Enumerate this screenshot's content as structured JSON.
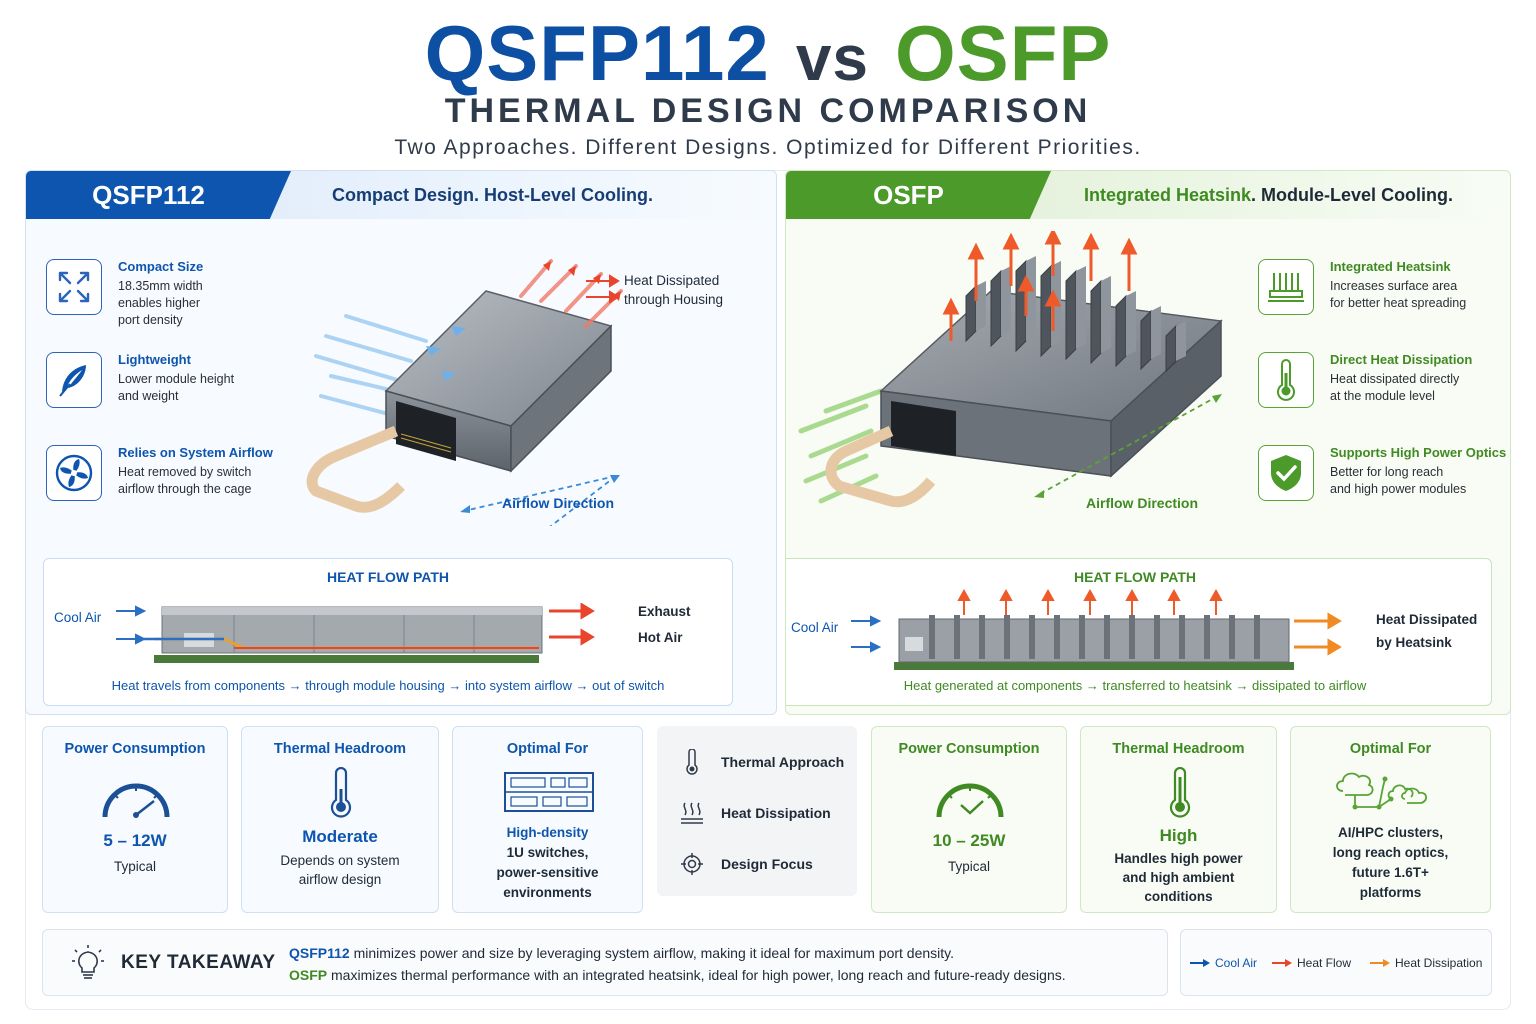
{
  "header": {
    "title_left": "QSFP112",
    "title_vs": "vs",
    "title_right": "OSFP",
    "subtitle": "THERMAL DESIGN COMPARISON",
    "tagline": "Two Approaches. Different Designs. Optimized for Different Priorities."
  },
  "qsfp": {
    "name": "QSFP112",
    "strap": "Compact Design. Host-Level Cooling.",
    "features": [
      {
        "title": "Compact Size",
        "desc": [
          "18.35mm width",
          "enables higher",
          "port density"
        ],
        "icon": "expand-arrows-icon"
      },
      {
        "title": "Lightweight",
        "desc": [
          "Lower module height",
          "and weight"
        ],
        "icon": "feather-icon"
      },
      {
        "title": "Relies on System Airflow",
        "desc": [
          "Heat removed by switch",
          "airflow through the cage"
        ],
        "icon": "fan-icon"
      }
    ],
    "heat_label": [
      "Heat Dissipated",
      "through Housing"
    ],
    "airflow_label": "Airflow Direction",
    "hfp": {
      "title": "HEAT FLOW PATH",
      "cool_air": "Cool Air",
      "exhaust": "Exhaust",
      "hot_air": "Hot Air",
      "caption": "Heat travels from components → through module housing → into system airflow → out of switch"
    }
  },
  "osfp": {
    "name": "OSFP",
    "strap_green": "Integrated Heatsink",
    "strap_rest": ". Module-Level Cooling.",
    "features": [
      {
        "title": "Integrated Heatsink",
        "desc": [
          "Increases surface area",
          "for better heat spreading"
        ],
        "icon": "heatsink-icon"
      },
      {
        "title": "Direct Heat Dissipation",
        "desc": [
          "Heat dissipated directly",
          "at the module level"
        ],
        "icon": "thermometer-icon"
      },
      {
        "title": "Supports High Power Optics",
        "desc": [
          "Better for long reach",
          "and high power modules"
        ],
        "icon": "shield-check-icon"
      }
    ],
    "airflow_label": "Airflow Direction",
    "hfp": {
      "title": "HEAT FLOW PATH",
      "cool_air": "Cool Air",
      "heat1": "Heat Dissipated",
      "heat2": "by Heatsink",
      "caption": "Heat generated at components → transferred to heatsink → dissipated to airflow"
    }
  },
  "cards_left": {
    "power": {
      "title": "Power Consumption",
      "value": "5 – 12W",
      "sub": "Typical"
    },
    "headroom": {
      "title": "Thermal Headroom",
      "value": "Moderate",
      "sub": [
        "Depends on system",
        "airflow design"
      ]
    },
    "optimal": {
      "title": "Optimal For",
      "lines": [
        "High-density",
        "1U switches,",
        "power-sensitive",
        "environments"
      ]
    }
  },
  "middle": {
    "rows": [
      "Thermal Approach",
      "Heat Dissipation",
      "Design Focus"
    ]
  },
  "cards_right": {
    "power": {
      "title": "Power Consumption",
      "value": "10 – 25W",
      "sub": "Typical"
    },
    "headroom": {
      "title": "Thermal Headroom",
      "value": "High",
      "sub": [
        "Handles high power",
        "and high ambient",
        "conditions"
      ]
    },
    "optimal": {
      "title": "Optimal For",
      "lines": [
        "AI/HPC clusters,",
        "long reach optics,",
        "future 1.6T+",
        "platforms"
      ]
    }
  },
  "takeaway": {
    "heading": "KEY TAKEAWAY",
    "line1_name": "QSFP112",
    "line1_rest": " minimizes power and size by leveraging system airflow, making it ideal for maximum port density.",
    "line2_name": "OSFP",
    "line2_rest": " maximizes thermal performance with an integrated heatsink, ideal for high power, long reach and future-ready designs."
  },
  "legend": {
    "cool": "Cool Air",
    "flow": "Heat Flow",
    "diss": "Heat Dissipation"
  },
  "colors": {
    "blue": "#0d55ae",
    "green": "#4b9a2a",
    "red": "#e8452c",
    "orange": "#f08a24"
  }
}
